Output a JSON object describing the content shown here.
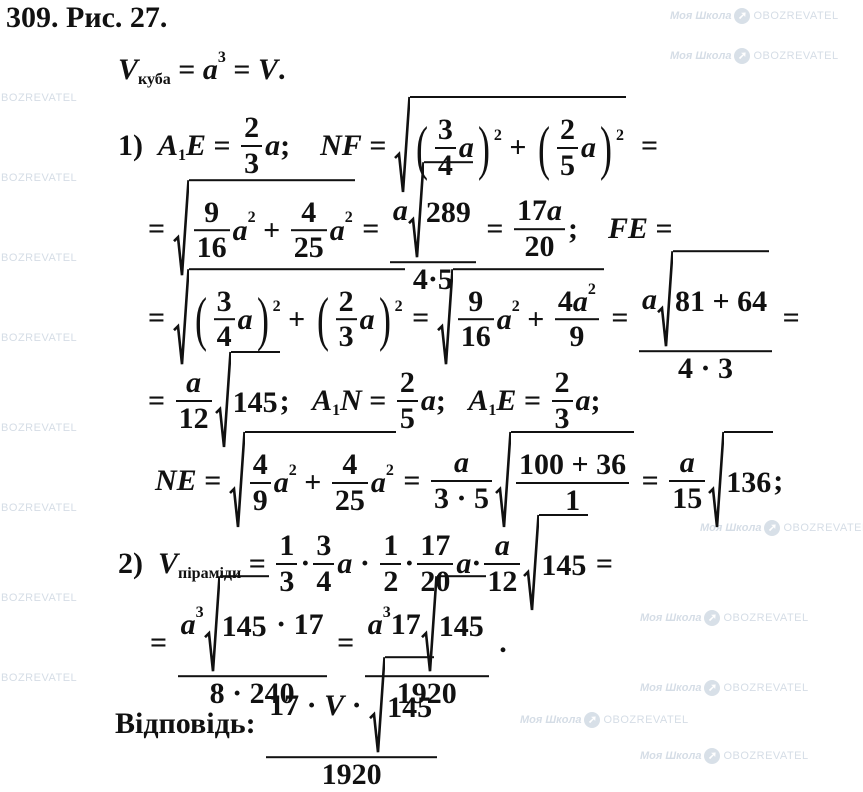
{
  "watermark": {
    "brand": "Моя Школа",
    "partner": "OBOZREVATEL"
  },
  "lines": [
    [
      "309. Рис. 27."
    ],
    [
      {
        "i": "V"
      },
      {
        "sub": "куба"
      },
      " = ",
      {
        "i": "a"
      },
      {
        "sup": "3"
      },
      " = ",
      {
        "i": "V"
      },
      "."
    ],
    [
      "1)  ",
      {
        "i": "A"
      },
      {
        "sub": "1"
      },
      {
        "i": "E"
      },
      " = ",
      {
        "f": [
          "2"
        ],
        "d": [
          "3"
        ]
      },
      {
        "i": "a"
      },
      ";    ",
      {
        "i": "NF"
      },
      " = ",
      {
        "r": [
          {
            "p": [
              {
                "f": [
                  "3"
                ],
                "d": [
                  "4"
                ]
              },
              {
                "i": "a"
              }
            ]
          },
          {
            "sup": "2"
          },
          " + ",
          {
            "p": [
              {
                "f": [
                  "2"
                ],
                "d": [
                  "5"
                ]
              },
              {
                "i": "a"
              }
            ]
          },
          {
            "sup": "2"
          }
        ]
      },
      "  ="
    ],
    [
      "= ",
      {
        "r": [
          {
            "f": [
              "9"
            ],
            "d": [
              "16"
            ]
          },
          {
            "i": "a"
          },
          {
            "sup": "2"
          },
          " + ",
          {
            "f": [
              "4"
            ],
            "d": [
              "25"
            ]
          },
          {
            "i": "a"
          },
          {
            "sup": "2"
          }
        ]
      },
      " = ",
      {
        "f": [
          {
            "i": "a"
          },
          {
            "r": [
              "289"
            ]
          }
        ],
        "d": [
          "4·5"
        ]
      },
      " = ",
      {
        "f": [
          "17",
          {
            "i": "a"
          }
        ],
        "d": [
          "20"
        ]
      },
      ";    ",
      {
        "i": "FE"
      },
      " ="
    ],
    [
      "= ",
      {
        "r": [
          {
            "p": [
              {
                "f": [
                  "3"
                ],
                "d": [
                  "4"
                ]
              },
              {
                "i": "a"
              }
            ]
          },
          {
            "sup": "2"
          },
          " + ",
          {
            "p": [
              {
                "f": [
                  "2"
                ],
                "d": [
                  "3"
                ]
              },
              {
                "i": "a"
              }
            ]
          },
          {
            "sup": "2"
          }
        ]
      },
      " = ",
      {
        "r": [
          {
            "f": [
              "9"
            ],
            "d": [
              "16"
            ]
          },
          {
            "i": "a"
          },
          {
            "sup": "2"
          },
          " + ",
          {
            "f": [
              "4",
              {
                "i": "a"
              },
              {
                "sup": "2"
              }
            ],
            "d": [
              "9"
            ]
          }
        ]
      },
      " = ",
      {
        "f": [
          {
            "i": "a"
          },
          {
            "r": [
              "81 + 64"
            ]
          }
        ],
        "d": [
          "4 · 3"
        ]
      },
      " ="
    ],
    [
      "= ",
      {
        "f": [
          {
            "i": "a"
          }
        ],
        "d": [
          "12"
        ]
      },
      {
        "r": [
          "145"
        ]
      },
      ";   ",
      {
        "i": "A"
      },
      {
        "sub": "1"
      },
      {
        "i": "N"
      },
      " = ",
      {
        "f": [
          "2"
        ],
        "d": [
          "5"
        ]
      },
      {
        "i": "a"
      },
      ";   ",
      {
        "i": "A"
      },
      {
        "sub": "1"
      },
      {
        "i": "E"
      },
      " = ",
      {
        "f": [
          "2"
        ],
        "d": [
          "3"
        ]
      },
      {
        "i": "a"
      },
      ";"
    ],
    [
      {
        "i": "NE"
      },
      " = ",
      {
        "r": [
          {
            "f": [
              "4"
            ],
            "d": [
              "9"
            ]
          },
          {
            "i": "a"
          },
          {
            "sup": "2"
          },
          " + ",
          {
            "f": [
              "4"
            ],
            "d": [
              "25"
            ]
          },
          {
            "i": "a"
          },
          {
            "sup": "2"
          }
        ]
      },
      " = ",
      {
        "f": [
          {
            "i": "a"
          }
        ],
        "d": [
          "3 · 5"
        ]
      },
      {
        "r": [
          {
            "f": [
              "100 + 36"
            ],
            "d": [
              "1"
            ]
          }
        ]
      },
      " = ",
      {
        "f": [
          {
            "i": "a"
          }
        ],
        "d": [
          "15"
        ]
      },
      {
        "r": [
          "136"
        ]
      },
      ";"
    ],
    [
      "2)  ",
      {
        "i": "V"
      },
      {
        "sub": "піраміди"
      },
      " = ",
      {
        "f": [
          "1"
        ],
        "d": [
          "3"
        ]
      },
      "·",
      {
        "f": [
          "3"
        ],
        "d": [
          "4"
        ]
      },
      {
        "i": "a"
      },
      " · ",
      {
        "f": [
          "1"
        ],
        "d": [
          "2"
        ]
      },
      "·",
      {
        "f": [
          "17"
        ],
        "d": [
          "20"
        ]
      },
      {
        "i": "a"
      },
      "·",
      {
        "f": [
          {
            "i": "a"
          }
        ],
        "d": [
          "12"
        ]
      },
      {
        "r": [
          "145"
        ]
      },
      " ="
    ],
    [
      "= ",
      {
        "f": [
          {
            "i": "a"
          },
          {
            "sup": "3"
          },
          {
            "r": [
              "145"
            ]
          },
          " · 17"
        ],
        "d": [
          "8 · 240"
        ]
      },
      " = ",
      {
        "f": [
          {
            "i": "a"
          },
          {
            "sup": "3"
          },
          "17",
          {
            "r": [
              "145"
            ]
          }
        ],
        "d": [
          "1920"
        ]
      },
      " ."
    ],
    [
      "Відповідь: ",
      {
        "f": [
          "17 · ",
          {
            "i": "V"
          },
          " · ",
          {
            "r": [
              "145"
            ]
          }
        ],
        "d": [
          "1920"
        ]
      }
    ]
  ]
}
